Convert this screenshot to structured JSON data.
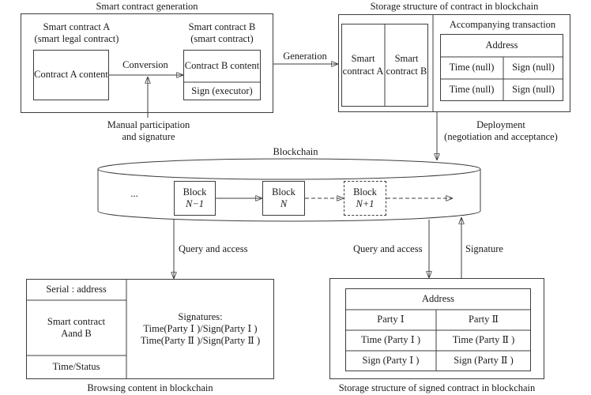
{
  "colors": {
    "line": "#3d3d3d",
    "text": "#1a1a1a",
    "background": "#ffffff"
  },
  "generation_section": {
    "title": "Smart contract generation",
    "contract_a_caption_1": "Smart contract A",
    "contract_a_caption_2": "(smart legal contract)",
    "contract_a_content": "Contract A content",
    "conversion_label": "Conversion",
    "contract_b_caption_1": "Smart contract B",
    "contract_b_caption_2": "(smart contract)",
    "contract_b_content": "Contract B content",
    "contract_b_sign": "Sign (executor)",
    "manual_note_1": "Manual participation",
    "manual_note_2": "and signature"
  },
  "generation_arrow_label": "Generation",
  "storage_section": {
    "title": "Storage structure of contract in blockchain",
    "contract_a_cell": "Smart contract A",
    "contract_b_cell": "Smart contract B",
    "accompanying_title": "Accompanying transaction",
    "address_header": "Address",
    "rows": [
      [
        "Time (null)",
        "Sign (null)"
      ],
      [
        "Time (null)",
        "Sign (null)"
      ]
    ]
  },
  "deployment_label_1": "Deployment",
  "deployment_label_2": "(negotiation and acceptance)",
  "blockchain_section": {
    "title": "Blockchain",
    "ellipsis": "...",
    "blocks": [
      {
        "name": "Block",
        "index": "N−1"
      },
      {
        "name": "Block",
        "index": "N"
      },
      {
        "name": "Block",
        "index": "N+1"
      }
    ]
  },
  "query_left_label": "Query and access",
  "query_right_label": "Query and access",
  "signature_label": "Signature",
  "browsing_section": {
    "serial_cell": "Serial : address",
    "contract_cell": "Smart contract Aand B",
    "status_cell": "Time/Status",
    "signatures_1": "Signatures:",
    "signatures_2": "Time(Party Ⅰ )/Sign(Party Ⅰ )",
    "signatures_3": "Time(Party Ⅱ )/Sign(Party Ⅱ )",
    "caption": "Browsing content in blockchain"
  },
  "signed_section": {
    "address_header": "Address",
    "rows": [
      [
        "Party Ⅰ",
        "Party Ⅱ"
      ],
      [
        "Time (Party Ⅰ )",
        "Time (Party Ⅱ )"
      ],
      [
        "Sign (Party Ⅰ )",
        "Sign (Party Ⅱ )"
      ]
    ],
    "caption": "Storage structure of signed contract in blockchain"
  }
}
